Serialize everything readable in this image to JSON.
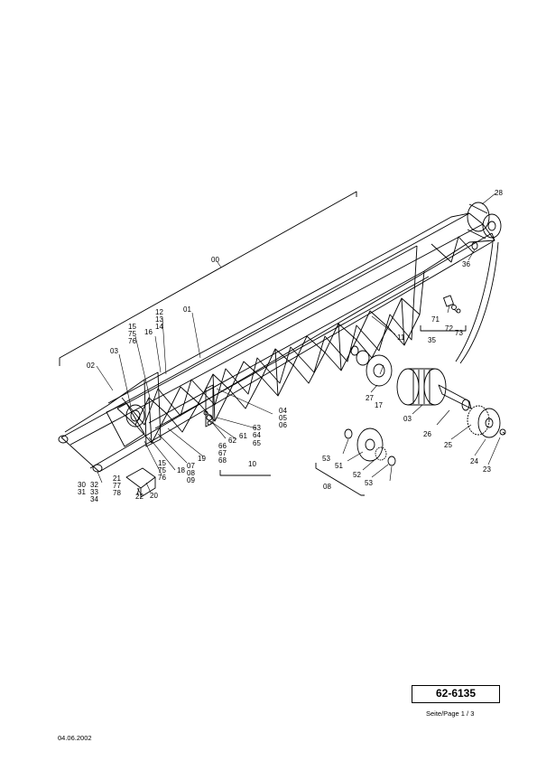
{
  "document": {
    "part_number": "62-6135",
    "page_ref": "Seite/Page 1 / 3",
    "date": "04.06.2002"
  },
  "callouts": {
    "c00": "00",
    "c01": "01",
    "c02": "02",
    "c03": "03",
    "c03b": "03",
    "c04": "04",
    "c05": "05",
    "c06": "06",
    "c07": "07",
    "c08": "08",
    "c08b": "08",
    "c09": "09",
    "c10": "10",
    "c11": "11",
    "c12": "12",
    "c13": "13",
    "c14": "14",
    "c15a": "15",
    "c75a": "75",
    "c76a": "76",
    "c16": "16",
    "c15b": "15",
    "c75b": "75",
    "c76b": "76",
    "c17": "17",
    "c18": "18",
    "c19": "19",
    "c20": "20",
    "c21": "21",
    "c77": "77",
    "c78": "78",
    "c22": "22",
    "c23": "23",
    "c24": "24",
    "c25": "25",
    "c26": "26",
    "c27": "27",
    "c28": "28",
    "c30": "30",
    "c31": "31",
    "c32": "32",
    "c33": "33",
    "c34": "34",
    "c35": "35",
    "c36": "36",
    "c51": "51",
    "c52": "52",
    "c53a": "53",
    "c53b": "53",
    "c61": "61",
    "c62": "62",
    "c63": "63",
    "c64": "64",
    "c65": "65",
    "c66": "66",
    "c67": "67",
    "c68": "68",
    "c71": "71",
    "c72": "72",
    "c73": "73"
  }
}
